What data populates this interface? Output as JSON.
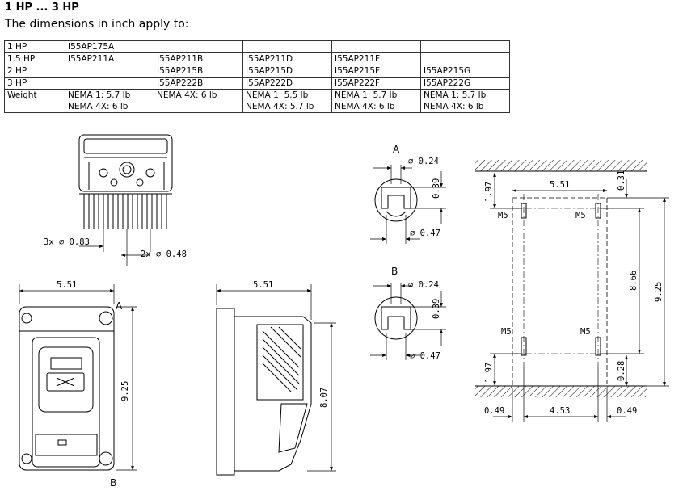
{
  "header": {
    "title": "1 HP ... 3 HP",
    "subtitle": "The dimensions in inch apply to:"
  },
  "table": {
    "rows": [
      [
        "1 HP",
        "I55AP175A",
        "",
        "",
        "",
        ""
      ],
      [
        "1.5 HP",
        "I55AP211A",
        "I55AP211B",
        "I55AP211D",
        "I55AP211F",
        ""
      ],
      [
        "2 HP",
        "",
        "I55AP215B",
        "I55AP215D",
        "I55AP215F",
        "I55AP215G"
      ],
      [
        "3 HP",
        "",
        "I55AP222B",
        "I55AP222D",
        "I55AP222F",
        "I55AP222G"
      ]
    ],
    "weight_label": "Weight",
    "weights": [
      [
        "NEMA 1: 5.7 lb",
        "NEMA 4X: 6 lb"
      ],
      [
        "NEMA 4X: 6 lb"
      ],
      [
        "NEMA 1: 5.5 lb",
        "NEMA 4X: 5.7 lb"
      ],
      [
        "NEMA 1: 5.7 lb",
        "NEMA 4X: 6 lb"
      ],
      [
        "NEMA 1: 5.7 lb",
        "NEMA 4X: 6 lb"
      ]
    ]
  },
  "drawing": {
    "top_view": {
      "holes_small": "3x ∅ 0.83",
      "holes_large": "2x ∅ 0.48"
    },
    "front_view": {
      "width": "5.51",
      "height": "9.25",
      "label_a": "A",
      "label_b": "B"
    },
    "side_view": {
      "width": "5.51",
      "height": "8.07"
    },
    "detail_a": {
      "label": "A",
      "dia_top": "∅ 0.24",
      "height": "0.39",
      "dia_bottom": "∅ 0.47"
    },
    "detail_b": {
      "label": "B",
      "dia_top": "∅ 0.24",
      "height": "0.39",
      "dia_bottom": "∅ 0.47"
    },
    "mounting": {
      "width": "5.51",
      "top_offset": "0.31",
      "left_top": "1.97",
      "left_bottom": "1.97",
      "screw": "M5",
      "inner_height": "8.66",
      "outer_height": "9.25",
      "bottom_offset": "0.28",
      "left_margin": "0.49",
      "center_span": "4.53",
      "right_margin": "0.49"
    }
  }
}
